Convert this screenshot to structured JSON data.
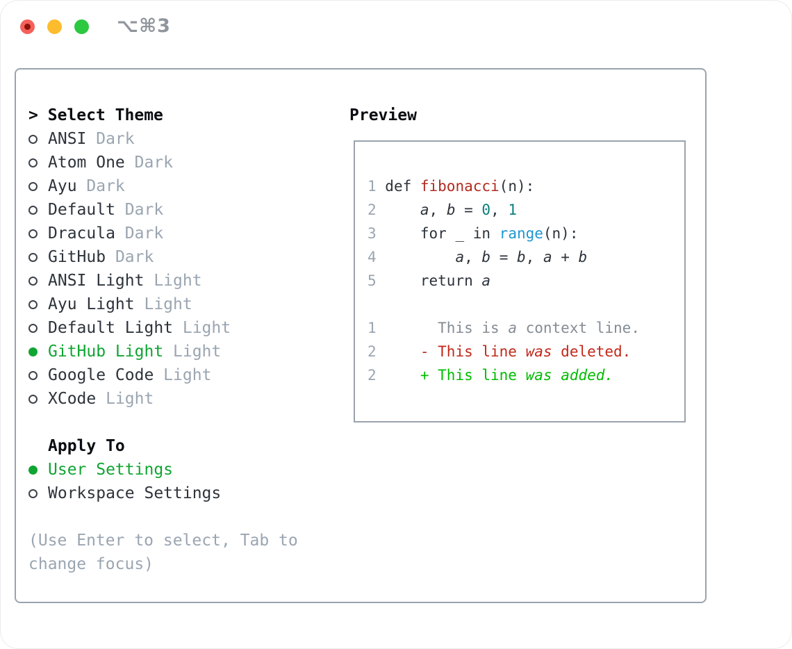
{
  "window": {
    "title": "⌥⌘3",
    "traffic_lights": [
      {
        "name": "close",
        "color": "#f6605a",
        "inner_dot": "#8c1207"
      },
      {
        "name": "minimize",
        "color": "#fdbc2e",
        "inner_dot": null
      },
      {
        "name": "zoom",
        "color": "#2bc840",
        "inner_dot": null
      }
    ]
  },
  "sidebar": {
    "header_prefix": ">",
    "header": "Select Theme",
    "themes": [
      {
        "label": "ANSI",
        "variant": "Dark",
        "selected": false
      },
      {
        "label": "Atom One",
        "variant": "Dark",
        "selected": false
      },
      {
        "label": "Ayu",
        "variant": "Dark",
        "selected": false
      },
      {
        "label": "Default",
        "variant": "Dark",
        "selected": false
      },
      {
        "label": "Dracula",
        "variant": "Dark",
        "selected": false
      },
      {
        "label": "GitHub",
        "variant": "Dark",
        "selected": false
      },
      {
        "label": "ANSI Light",
        "variant": "Light",
        "selected": false
      },
      {
        "label": "Ayu Light",
        "variant": "Light",
        "selected": false
      },
      {
        "label": "Default Light",
        "variant": "Light",
        "selected": false
      },
      {
        "label": "GitHub Light",
        "variant": "Light",
        "selected": true
      },
      {
        "label": "Google Code",
        "variant": "Light",
        "selected": false
      },
      {
        "label": "XCode",
        "variant": "Light",
        "selected": false
      }
    ],
    "apply_header": "Apply To",
    "apply_options": [
      {
        "label": "User Settings",
        "selected": true
      },
      {
        "label": "Workspace Settings",
        "selected": false
      }
    ],
    "hint_lines": [
      "(Use Enter to select, Tab to",
      "change focus)"
    ]
  },
  "preview": {
    "header": "Preview",
    "lines": [
      {
        "num": "1",
        "tokens": [
          {
            "t": "def ",
            "c": "code"
          },
          {
            "t": "fibonacci",
            "c": "func"
          },
          {
            "t": "(n):",
            "c": "code"
          }
        ]
      },
      {
        "num": "2",
        "tokens": [
          {
            "t": "    ",
            "c": "code"
          },
          {
            "t": "a",
            "c": "code",
            "i": true
          },
          {
            "t": ", ",
            "c": "code"
          },
          {
            "t": "b",
            "c": "code",
            "i": true
          },
          {
            "t": " = ",
            "c": "code"
          },
          {
            "t": "0",
            "c": "number"
          },
          {
            "t": ", ",
            "c": "code"
          },
          {
            "t": "1",
            "c": "number"
          }
        ]
      },
      {
        "num": "3",
        "tokens": [
          {
            "t": "    for _ in ",
            "c": "code"
          },
          {
            "t": "range",
            "c": "builtin"
          },
          {
            "t": "(n):",
            "c": "code"
          }
        ]
      },
      {
        "num": "4",
        "tokens": [
          {
            "t": "        ",
            "c": "code"
          },
          {
            "t": "a",
            "c": "code",
            "i": true
          },
          {
            "t": ", ",
            "c": "code"
          },
          {
            "t": "b",
            "c": "code",
            "i": true
          },
          {
            "t": " = ",
            "c": "code"
          },
          {
            "t": "b",
            "c": "code",
            "i": true
          },
          {
            "t": ", ",
            "c": "code"
          },
          {
            "t": "a",
            "c": "code",
            "i": true
          },
          {
            "t": " + ",
            "c": "code"
          },
          {
            "t": "b",
            "c": "code",
            "i": true
          }
        ]
      },
      {
        "num": "5",
        "tokens": [
          {
            "t": "    return ",
            "c": "code"
          },
          {
            "t": "a",
            "c": "code",
            "i": true
          }
        ]
      },
      {
        "num": "",
        "tokens": []
      },
      {
        "num": "1",
        "tokens": [
          {
            "t": "      This is ",
            "c": "context"
          },
          {
            "t": "a",
            "c": "context",
            "i": true
          },
          {
            "t": " context line.",
            "c": "context"
          }
        ]
      },
      {
        "num": "2",
        "tokens": [
          {
            "t": "    ",
            "c": "code"
          },
          {
            "t": "- This line ",
            "c": "deleted"
          },
          {
            "t": "was",
            "c": "deleted",
            "i": true
          },
          {
            "t": " deleted.",
            "c": "deleted"
          }
        ]
      },
      {
        "num": "2",
        "tokens": [
          {
            "t": "    ",
            "c": "code"
          },
          {
            "t": "+ This line ",
            "c": "added"
          },
          {
            "t": "was",
            "c": "added",
            "i": true
          },
          {
            "t": " ",
            "c": "added"
          },
          {
            "t": "added.",
            "c": "added",
            "i": true
          }
        ]
      }
    ]
  },
  "colors": {
    "text": "#2d333b",
    "muted_gray": "#9aa5b1",
    "selected_green": "#10a532",
    "function_red": "#b22a1e",
    "number_teal": "#0d7d7d",
    "builtin_blue": "#1e96d2",
    "context_gray": "#858c94",
    "deleted_red": "#c0281a",
    "added_green": "#00bc00",
    "panel_border": "#9aa3ad",
    "title_gray": "#8f959d"
  }
}
